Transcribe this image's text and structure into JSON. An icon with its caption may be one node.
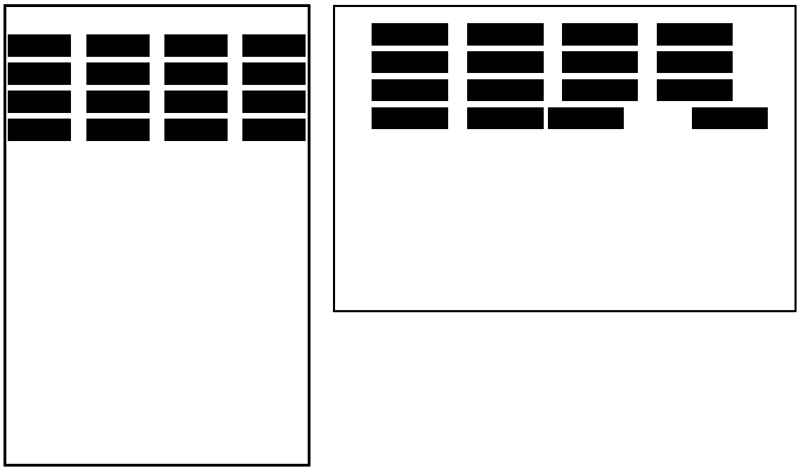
{
  "diagram": {
    "nodes": [
      {
        "text": [],
        "shape": "box"
      },
      {
        "text": [],
        "shape": "bar",
        "in": 0
      },
      {
        "text": [],
        "shape": "bar",
        "in": 0
      },
      {
        "text": [],
        "shape": "bar",
        "in": 0
      },
      {
        "text": [],
        "shape": "bar",
        "in": 0
      },
      {
        "text": [],
        "shape": "bar",
        "in": 0
      },
      {
        "text": [],
        "shape": "bar",
        "in": 0
      },
      {
        "text": [],
        "shape": "bar",
        "in": 0
      },
      {
        "text": [],
        "shape": "bar",
        "in": 0
      },
      {
        "text": [],
        "shape": "bar",
        "in": 0
      },
      {
        "text": [],
        "shape": "bar",
        "in": 0
      },
      {
        "text": [],
        "shape": "bar",
        "in": 0
      },
      {
        "text": [],
        "shape": "bar",
        "in": 0
      },
      {
        "text": [],
        "shape": "bar",
        "in": 0
      },
      {
        "text": [],
        "shape": "bar",
        "in": 0
      },
      {
        "text": [],
        "shape": "bar",
        "in": 0
      },
      {
        "text": [],
        "shape": "bar",
        "in": 0
      },
      {
        "text": [],
        "shape": "box"
      },
      {
        "text": [],
        "shape": "bar",
        "in": 17
      },
      {
        "text": [],
        "shape": "bar",
        "in": 17
      },
      {
        "text": [],
        "shape": "bar",
        "in": 17
      },
      {
        "text": [],
        "shape": "bar",
        "in": 17
      },
      {
        "text": [],
        "shape": "bar",
        "in": 17
      },
      {
        "text": [],
        "shape": "bar",
        "in": 17
      },
      {
        "text": [],
        "shape": "bar",
        "in": 17
      },
      {
        "text": [],
        "shape": "bar",
        "in": 17
      },
      {
        "text": [],
        "shape": "bar",
        "in": 17
      },
      {
        "text": [],
        "shape": "bar",
        "in": 17
      },
      {
        "text": [],
        "shape": "bar",
        "in": 17
      },
      {
        "text": [],
        "shape": "bar",
        "in": 17
      },
      {
        "text": [],
        "shape": "bar",
        "in": 17
      },
      {
        "text": [],
        "shape": "bar",
        "in": 17
      },
      {
        "text": [],
        "shape": "bar",
        "in": 17
      },
      {
        "text": [],
        "shape": "bar",
        "in": 17
      }
    ]
  }
}
